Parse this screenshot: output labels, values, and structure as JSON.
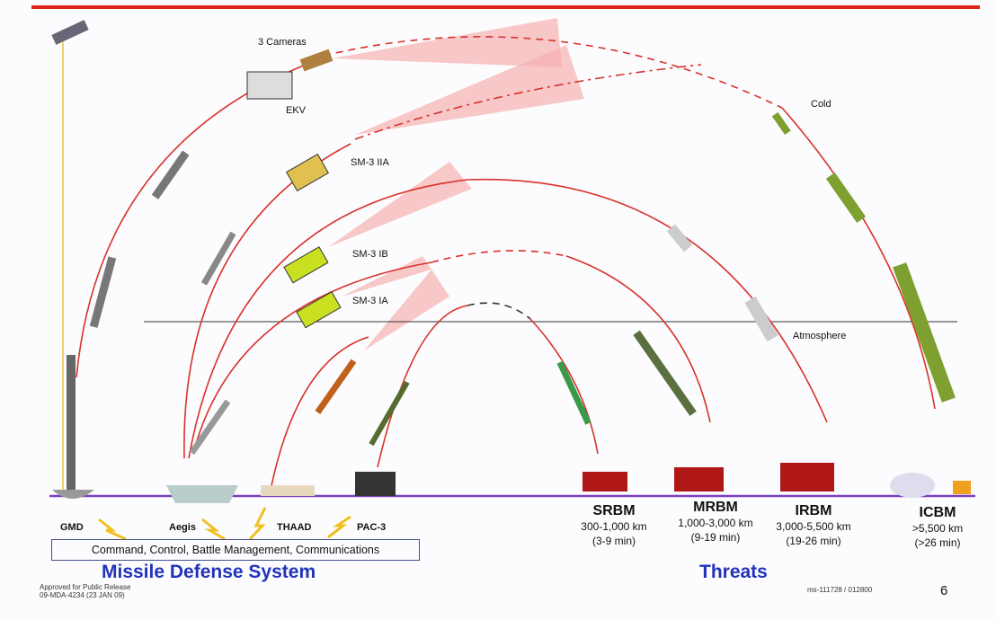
{
  "labels": {
    "cameras": "3 Cameras",
    "ekv": "EKV",
    "sm3_iia": "SM-3 IIA",
    "sm3_ib": "SM-3 IB",
    "sm3_ia": "SM-3 IA",
    "cold": "Cold",
    "atmosphere": "Atmosphere"
  },
  "systems": [
    "GMD",
    "Aegis",
    "THAAD",
    "PAC-3"
  ],
  "c2_box": "Command, Control, Battle Management, Communications",
  "defense_title": "Missile Defense System",
  "threats_title": "Threats",
  "threats": [
    {
      "name": "SRBM",
      "range": "300-1,000 km",
      "time": "(3-9 min)"
    },
    {
      "name": "MRBM",
      "range": "1,000-3,000 km",
      "time": "(9-19 min)"
    },
    {
      "name": "IRBM",
      "range": "3,000-5,500 km",
      "time": "(19-26 min)"
    },
    {
      "name": "ICBM",
      "range": ">5,500 km",
      "time": "(>26 min)"
    }
  ],
  "release": [
    "Approved for Public Release",
    "09-MDA-4234 (23 JAN 09)"
  ],
  "doc_id": "ms-111728 / 012800",
  "page_number": "6",
  "colors": {
    "trajectory": "#d8322a",
    "title_blue": "#2233bb",
    "ground": "#7a3fc0",
    "cone": "#f4a0a0"
  }
}
